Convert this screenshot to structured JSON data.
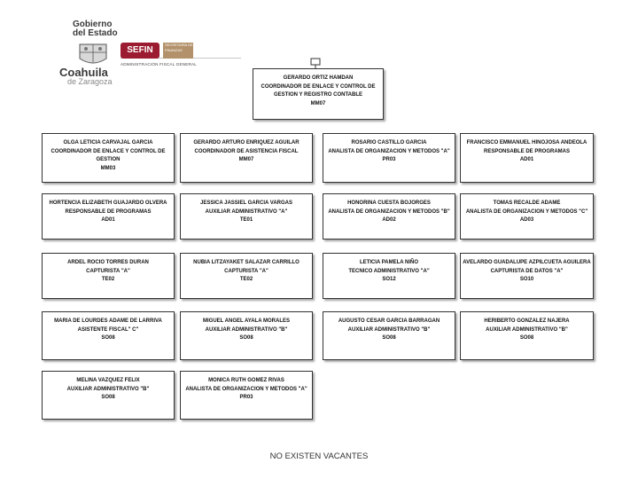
{
  "header": {
    "logo_line1": "Gobierno",
    "logo_line2": "del Estado",
    "logo_state": "Coahuila",
    "logo_state_suffix": "de Zaragoza",
    "logo_sefin": "SEFIN",
    "logo_secretaria": "SECRETARÍA DE FINANZAS",
    "logo_admin": "ADMINISTRACIÓN FISCAL GENERAL"
  },
  "org": {
    "head": {
      "name": "GERARDO ORTIZ HAMDAN",
      "title": "COORDINADOR DE ENLACE Y CONTROL DE GESTION Y REGISTRO CONTABLE",
      "code": "MM07"
    },
    "rows": [
      [
        {
          "name": "OLGA LETICIA CARVAJAL GARCIA",
          "title": "COORDINADOR DE ENLACE Y CONTROL DE GESTION",
          "code": "MM03"
        },
        {
          "name": "GERARDO ARTURO ENRIQUEZ AGUILAR",
          "title": "COORDINADOR DE ASISTENCIA FISCAL",
          "code": "MM07"
        },
        {
          "name": "ROSARIO CASTILLO GARCIA",
          "title": "ANALISTA DE ORGANIZACION Y METODOS \"A\"",
          "code": "PR03"
        },
        {
          "name": "FRANCISCO EMMANUEL HINOJOSA ANDEOLA",
          "title": "RESPONSABLE DE PROGRAMAS",
          "code": "AD01"
        }
      ],
      [
        {
          "name": "HORTENCIA ELIZABETH GUAJARDO OLVERA",
          "title": "RESPONSABLE DE PROGRAMAS",
          "code": "AD01"
        },
        {
          "name": "JESSICA JASSIEL GARCIA VARGAS",
          "title": "AUXILIAR ADMINISTRATIVO \"A\"",
          "code": "TE01"
        },
        {
          "name": "HONORINA CUESTA BOJORGES",
          "title": "ANALISTA DE ORGANIZACION Y METODOS \"B\"",
          "code": "AD02"
        },
        {
          "name": "TOMAS RECALDE ADAME",
          "title": "ANALISTA DE ORGANIZACION Y METODOS \"C\"",
          "code": "AD03"
        }
      ],
      [
        {
          "name": "ARDEL ROCIO TORRES DURAN",
          "title": "CAPTURISTA \"A\"",
          "code": "TE02"
        },
        {
          "name": "NUBIA LITZAYAKET SALAZAR CARRILLO",
          "title": "CAPTURISTA \"A\"",
          "code": "TE02"
        },
        {
          "name": "LETICIA PAMELA NIÑO",
          "title": "TECNICO ADMINISTRATIVO \"A\"",
          "code": "SO12"
        },
        {
          "name": "AVELARDO GUADALUPE AZPILCUETA AGUILERA",
          "title": "CAPTURISTA DE DATOS \"A\"",
          "code": "SO10"
        }
      ],
      [
        {
          "name": "MARIA DE LOURDES ADAME DE LARRIVA",
          "title": "ASISTENTE FISCAL\" C\"",
          "code": "SO08"
        },
        {
          "name": "MIGUEL ANGEL AYALA MORALES",
          "title": "AUXILIAR ADMINISTRATIVO \"B\"",
          "code": "SO08"
        },
        {
          "name": "AUGUSTO CESAR GARCIA BARRAGAN",
          "title": "AUXILIAR ADMINISTRATIVO \"B\"",
          "code": "SO08"
        },
        {
          "name": "HERIBERTO GONZALEZ NAJERA",
          "title": "AUXILIAR ADMINISTRATIVO \"B\"",
          "code": "SO08"
        }
      ],
      [
        {
          "name": "MELINA VAZQUEZ FELIX",
          "title": "AUXILIAR ADMINISTRATIVO \"B\"",
          "code": "SO08"
        },
        {
          "name": "MONICA RUTH GOMEZ RIVAS",
          "title": "ANALISTA DE ORGANIZACION Y METODOS \"A\"",
          "code": "PR03"
        }
      ]
    ]
  },
  "footer": {
    "text": "NO EXISTEN VACANTES"
  }
}
